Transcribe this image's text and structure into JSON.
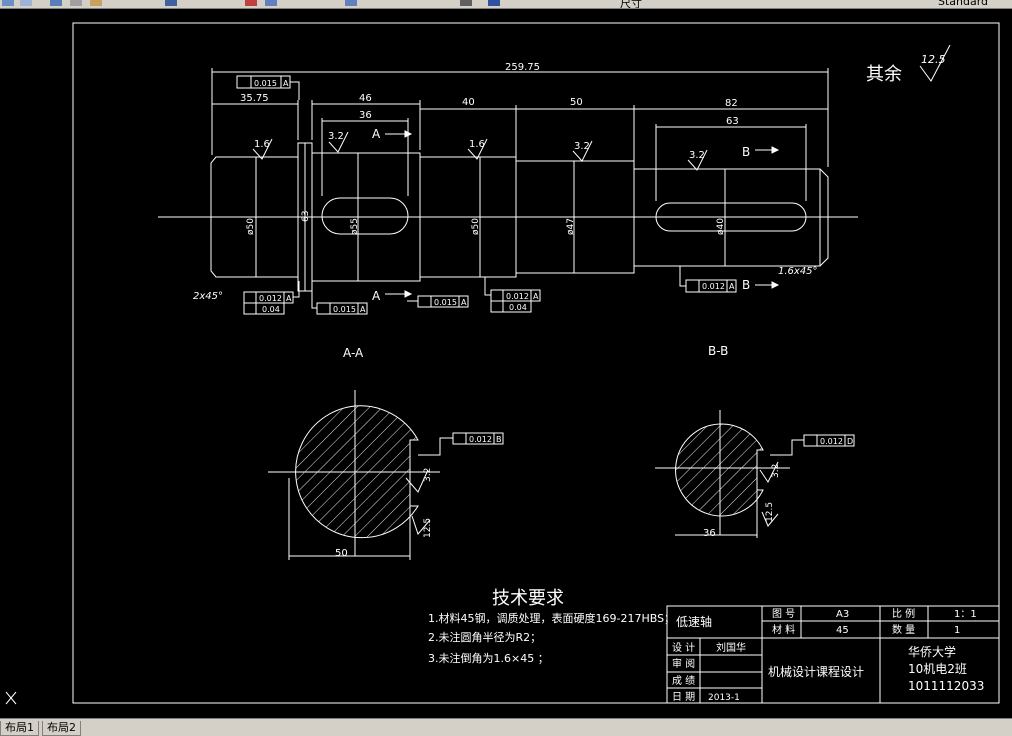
{
  "toolbar": {
    "layer_value": "尺寸",
    "style_value": "Standard"
  },
  "drawing": {
    "surface_note": "其余",
    "surface_note_value": "12.5",
    "dims": {
      "overall": "259.75",
      "d1": "35.75",
      "d2": "46",
      "d3": "36",
      "d4": "40",
      "d5": "50",
      "d6": "82",
      "d7": "63",
      "chamfer_left": "2x45°",
      "chamfer_right": "1.6x45°",
      "dia1": "ø50",
      "dia2": "ø55",
      "dia3": "ø50",
      "dia4": "ø47",
      "dia5": "ø40",
      "dia6": "63",
      "rough1": "1.6",
      "rough2": "3.2",
      "rough3": "1.6",
      "rough4": "3.2",
      "rough5": "3.2"
    },
    "tol": {
      "t1_value": "0.015",
      "t1_ref": "A",
      "t2_value": "0.012",
      "t2_ref": "A",
      "t2b_value": "0.04",
      "t3_value": "0.015",
      "t3_ref": "A",
      "t4_value": "0.015",
      "t4_ref": "A",
      "t5_value": "0.012",
      "t5_ref": "A",
      "t5b_value": "0.04",
      "t6_value": "0.012",
      "t6_ref": "A",
      "sa_value": "0.012",
      "sa_ref": "B",
      "sb_value": "0.012",
      "sb_ref": "D"
    },
    "section_labels": {
      "a_top": "A",
      "a_bottom": "A",
      "b_top": "B",
      "b_bottom": "B",
      "aa": "A-A",
      "bb": "B-B"
    },
    "section_a": {
      "dia": "50",
      "rough": "3.2",
      "rough2": "12.5"
    },
    "section_b": {
      "dia": "36",
      "rough": "3.2",
      "rough2": "12.5"
    },
    "tech_title": "技术要求",
    "tech_lines": [
      "1.材料45钢，调质处理，表面硬度169-217HBS；",
      "2.未注圆角半径为R2；",
      "3.未注倒角为1.6×45 ；"
    ]
  },
  "title_block": {
    "part_name": "低速轴",
    "drawing_no_label": "图 号",
    "drawing_no": "A3",
    "scale_label": "比 例",
    "scale": "1：1",
    "material_label": "材 料",
    "material": "45",
    "qty_label": "数 量",
    "qty": "1",
    "design_label": "设 计",
    "designer": "刘国华",
    "review_label": "审 阅",
    "grade_label": "成 绩",
    "date_label": "日 期",
    "date": "2013-1",
    "course": "机械设计课程设计",
    "school": "华侨大学",
    "class": "10机电2班",
    "student_no": "1011112033"
  },
  "tabs": [
    "布局1",
    "布局2"
  ],
  "colors": {
    "background": "#000000",
    "line": "#ffffff",
    "ui": "#d4d0c8"
  }
}
